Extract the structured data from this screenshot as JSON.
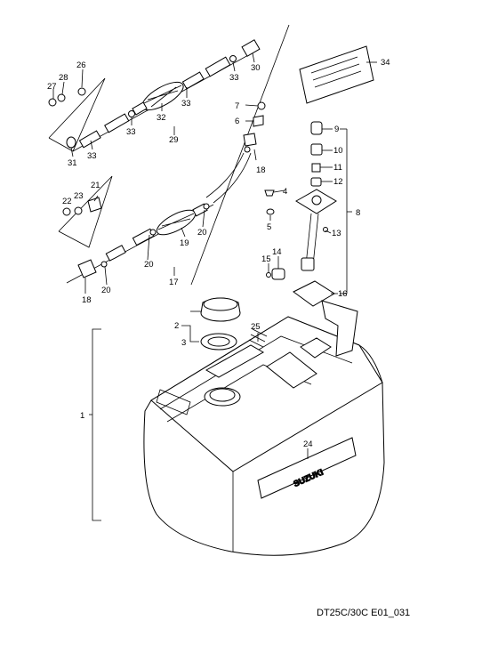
{
  "diagram_code": "DT25C/30C E01_031",
  "brand": "SUZUKI",
  "labels": [
    {
      "id": "l1",
      "text": "1"
    },
    {
      "id": "l2",
      "text": "2"
    },
    {
      "id": "l3",
      "text": "3"
    },
    {
      "id": "l4",
      "text": "4"
    },
    {
      "id": "l5",
      "text": "5"
    },
    {
      "id": "l6",
      "text": "6"
    },
    {
      "id": "l7",
      "text": "7"
    },
    {
      "id": "l8",
      "text": "8"
    },
    {
      "id": "l9",
      "text": "9"
    },
    {
      "id": "l10",
      "text": "10"
    },
    {
      "id": "l11",
      "text": "11"
    },
    {
      "id": "l12",
      "text": "12"
    },
    {
      "id": "l13",
      "text": "13"
    },
    {
      "id": "l14",
      "text": "14"
    },
    {
      "id": "l15",
      "text": "15"
    },
    {
      "id": "l16",
      "text": "16"
    },
    {
      "id": "l17",
      "text": "17"
    },
    {
      "id": "l18a",
      "text": "18"
    },
    {
      "id": "l18b",
      "text": "18"
    },
    {
      "id": "l19",
      "text": "19"
    },
    {
      "id": "l20a",
      "text": "20"
    },
    {
      "id": "l20b",
      "text": "20"
    },
    {
      "id": "l20c",
      "text": "20"
    },
    {
      "id": "l21",
      "text": "21"
    },
    {
      "id": "l22",
      "text": "22"
    },
    {
      "id": "l23",
      "text": "23"
    },
    {
      "id": "l24",
      "text": "24"
    },
    {
      "id": "l25",
      "text": "25"
    },
    {
      "id": "l26",
      "text": "26"
    },
    {
      "id": "l27",
      "text": "27"
    },
    {
      "id": "l28",
      "text": "28"
    },
    {
      "id": "l29",
      "text": "29"
    },
    {
      "id": "l30",
      "text": "30"
    },
    {
      "id": "l31",
      "text": "31"
    },
    {
      "id": "l32",
      "text": "32"
    },
    {
      "id": "l33a",
      "text": "33"
    },
    {
      "id": "l33b",
      "text": "33"
    },
    {
      "id": "l33c",
      "text": "33"
    },
    {
      "id": "l33d",
      "text": "33"
    },
    {
      "id": "l34",
      "text": "34"
    }
  ]
}
